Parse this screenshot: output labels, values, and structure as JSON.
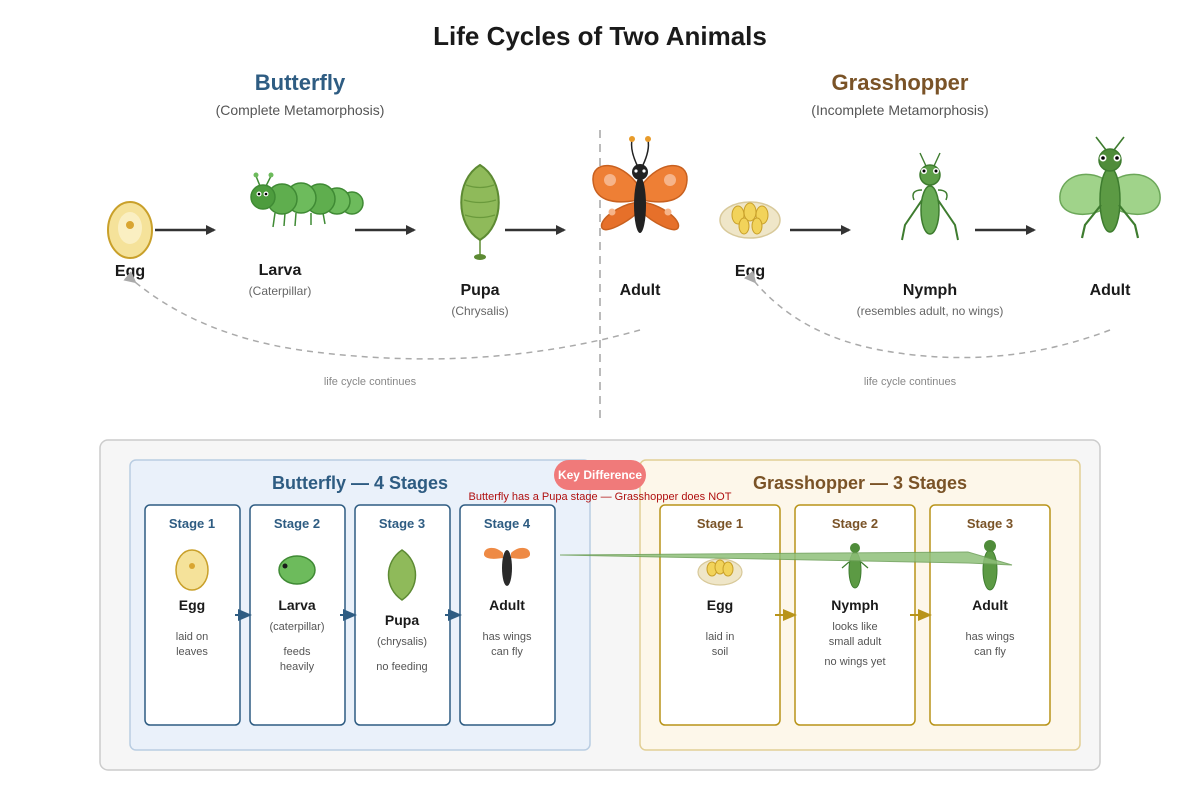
{
  "title": "Life Cycles of Two Animals",
  "butterfly": {
    "heading": "Butterfly",
    "subheading": "(Complete Metamorphosis)",
    "stages": [
      {
        "name": "Egg",
        "note": ""
      },
      {
        "name": "Larva",
        "note": "(Caterpillar)"
      },
      {
        "name": "Pupa",
        "note": "(Chrysalis)"
      },
      {
        "name": "Adult",
        "note": ""
      }
    ],
    "continues": "life cycle continues"
  },
  "grasshopper": {
    "heading": "Grasshopper",
    "subheading": "(Incomplete Metamorphosis)",
    "stages": [
      {
        "name": "Egg",
        "note": ""
      },
      {
        "name": "Nymph",
        "note": "(resembles adult, no wings)"
      },
      {
        "name": "Adult",
        "note": ""
      }
    ],
    "continues": "life cycle continues"
  },
  "comparison": {
    "key_badge": "Key Difference",
    "key_note": "Butterfly has a Pupa stage — Grasshopper does NOT",
    "butterfly_panel": {
      "title": "Butterfly — 4 Stages",
      "cards": [
        {
          "label": "Stage 1",
          "name": "Egg",
          "lines": [
            "laid on",
            "leaves"
          ]
        },
        {
          "label": "Stage 2",
          "name": "Larva",
          "sub": "(caterpillar)",
          "lines": [
            "feeds",
            "heavily"
          ]
        },
        {
          "label": "Stage 3",
          "name": "Pupa",
          "sub": "(chrysalis)",
          "lines": [
            "no feeding"
          ]
        },
        {
          "label": "Stage 4",
          "name": "Adult",
          "lines": [
            "has wings",
            "can fly"
          ]
        }
      ]
    },
    "grasshopper_panel": {
      "title": "Grasshopper — 3 Stages",
      "cards": [
        {
          "label": "Stage 1",
          "name": "Egg",
          "lines": [
            "laid in",
            "soil"
          ]
        },
        {
          "label": "Stage 2",
          "name": "Nymph",
          "lines": [
            "looks like",
            "small adult",
            "no wings yet"
          ]
        },
        {
          "label": "Stage 3",
          "name": "Adult",
          "lines": [
            "has wings",
            "can fly"
          ]
        }
      ]
    }
  },
  "colors": {
    "butterfly_accent": "#2e5c82",
    "grasshopper_accent": "#7a5327",
    "key_badge": "#f07a7a",
    "key_note": "#b01010"
  }
}
